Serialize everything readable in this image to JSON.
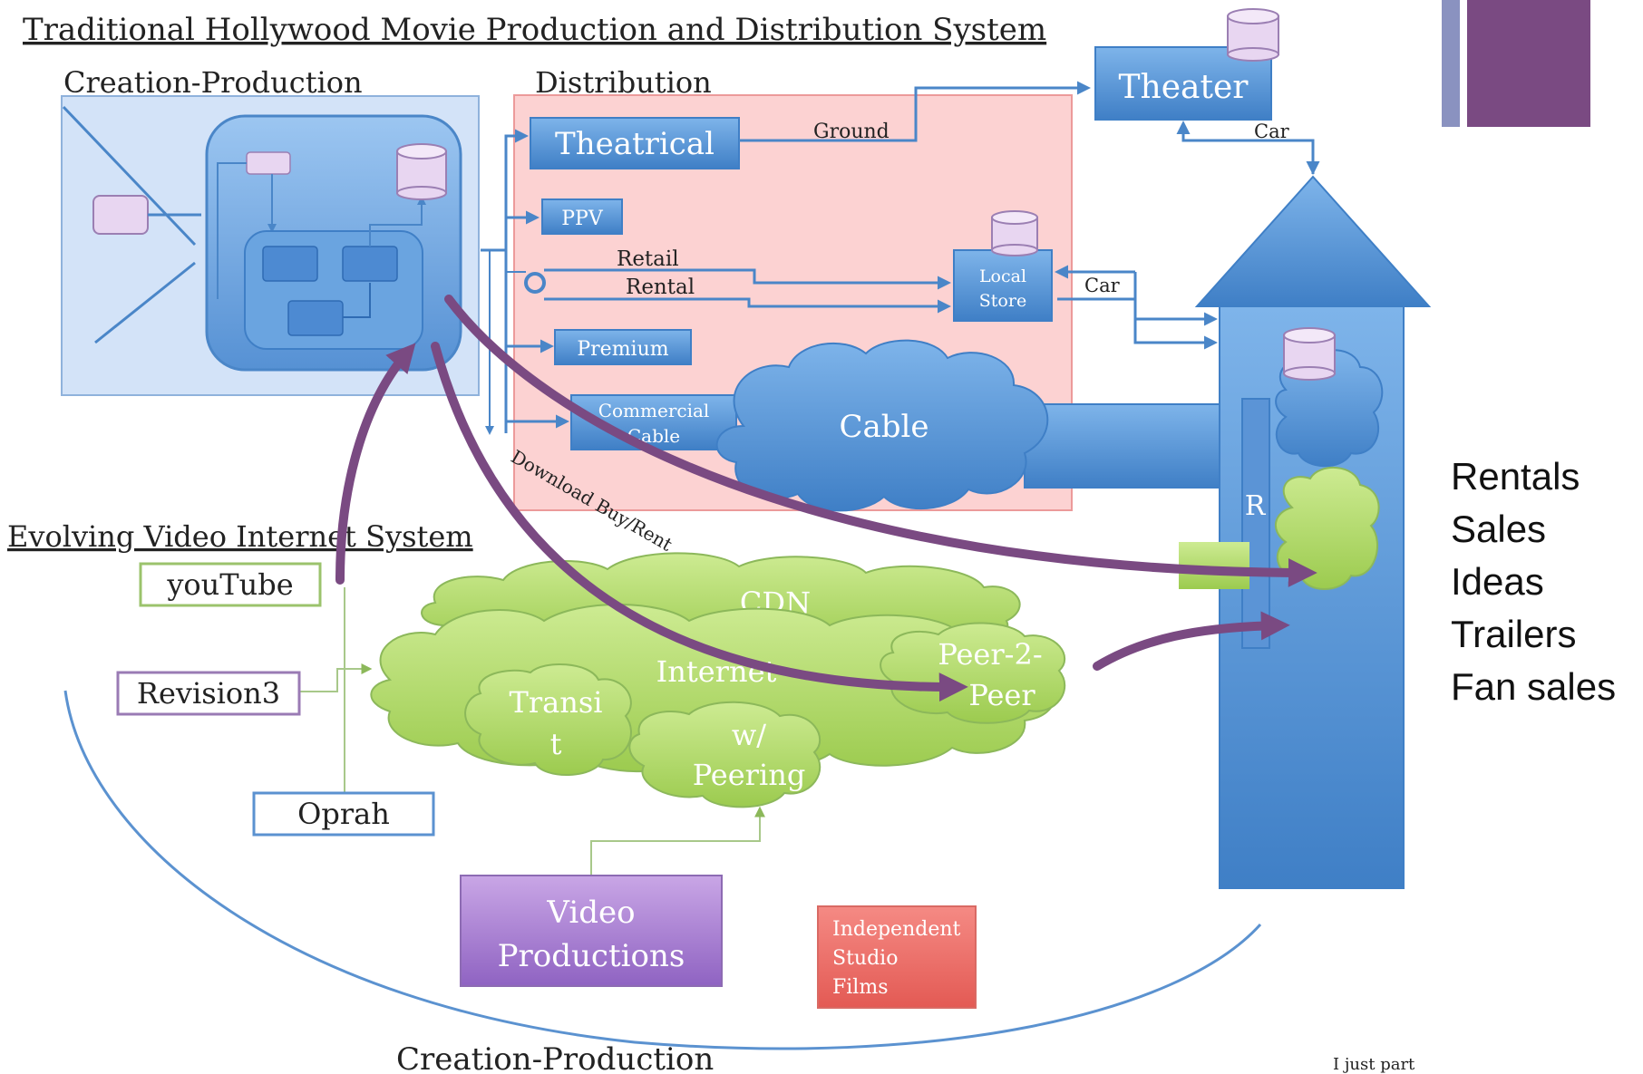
{
  "title": "Traditional Hollywood Movie Production and Distribution System",
  "sections": {
    "creation_top": "Creation-Production",
    "distribution": "Distribution",
    "internet": "Evolving Video Internet System",
    "creation_bottom": "Creation-Production"
  },
  "channels": {
    "theatrical": "Theatrical",
    "ppv": "PPV",
    "retail": "Retail",
    "rental": "Rental",
    "premium": "Premium",
    "commercial_cable_1": "Commercial",
    "commercial_cable_2": "Cable",
    "local_store_1": "Local",
    "local_store_2": "Store",
    "theater": "Theater",
    "cable": "Cable"
  },
  "transport": {
    "ground": "Ground",
    "car_theater": "Car",
    "car_store": "Car",
    "download": "Download Buy/Rent"
  },
  "network": {
    "cdn": "CDN",
    "internet": "Internet",
    "transit_1": "Transi",
    "transit_2": "t",
    "peering_1": "w/",
    "peering_2": "Peering",
    "p2p_1": "Peer-2-",
    "p2p_2": "Peer"
  },
  "house": {
    "r_label": "R"
  },
  "sources": {
    "youtube": "youTube",
    "revision3": "Revision3",
    "oprah": "Oprah",
    "video_1": "Video",
    "video_2": "Productions",
    "indie_1": "Independent",
    "indie_2": "Studio",
    "indie_3": "Films"
  },
  "outcomes": [
    "Rentals",
    "Sales",
    "Ideas",
    "Trailers",
    "Fan sales"
  ],
  "footnote": "I just part",
  "colors": {
    "accent_purple": "#7a4a82",
    "box_blue": "#5b9bd5",
    "cloud_green": "#b5dc6e",
    "distribution_pink": "#fbd3d3",
    "indie_red": "#ee6f68"
  }
}
